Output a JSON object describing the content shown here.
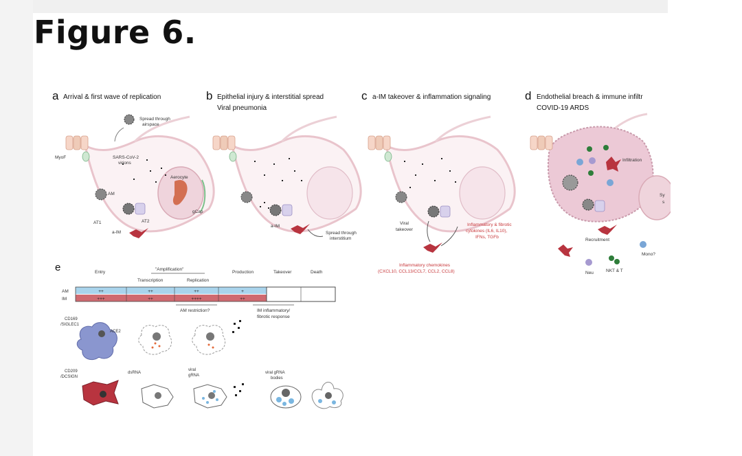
{
  "page": {
    "title": "Figure 6."
  },
  "panels": {
    "a": {
      "letter": "a",
      "title": "Arrival & first wave of replication",
      "labels": {
        "myof": "MyoF",
        "spread1": "Spread through",
        "spread2": "airspace",
        "sars1": "SARS-CoV-2",
        "sars2": "virions",
        "aerocyte": "Aerocyte",
        "am": "AM",
        "at1": "AT1",
        "at2": "AT2",
        "gcap": "gCap",
        "aim": "a-IM"
      }
    },
    "b": {
      "letter": "b",
      "title": "Epithelial injury & interstitial spread",
      "subtitle": "Viral pneumonia",
      "labels": {
        "aim": "a-IM",
        "spread1": "Spread through",
        "spread2": "interstitium"
      }
    },
    "c": {
      "letter": "c",
      "title": "a-IM takeover & inflammation signaling",
      "labels": {
        "viral1": "Viral",
        "viral2": "takeover",
        "cyto1": "Inflammatory & fibrotic",
        "cyto2": "cytokines (IL6, IL10),",
        "cyto3": "IFNs, TGFb",
        "chem1": "Inflammatory chemokines",
        "chem2": "(CXCL10, CCL13/CCL7, CCL2, CCL8)"
      }
    },
    "d": {
      "letter": "d",
      "title": "Endothelial breach & immune infiltr",
      "subtitle": "COVID-19 ARDS",
      "labels": {
        "infiltration": "Infiltration",
        "sy1": "Sy",
        "sy2": "s",
        "recruitment": "Recruitment",
        "mono": "Mono?",
        "neu": "Neu",
        "nkt": "NKT & T"
      }
    },
    "e": {
      "letter": "e",
      "stages": [
        "Entry",
        "\"Amplification\"",
        "Production",
        "Takeover",
        "Death"
      ],
      "substages": [
        "Transcription",
        "Replication"
      ],
      "rows": [
        {
          "label": "AM",
          "cells": [
            "++",
            "++",
            "++",
            "+",
            "",
            ""
          ]
        },
        {
          "label": "IM",
          "cells": [
            "+++",
            "++",
            "++++",
            "++",
            "",
            ""
          ]
        }
      ],
      "notes": {
        "am_restriction": "AM restriction?",
        "im1": "IM inflammatory/",
        "im2": "fibrotic response"
      },
      "cells": {
        "cd169a": "CD169",
        "cd169b": "/SIGLEC1",
        "ace2": "ACE2",
        "cd209a": "CD209",
        "cd209b": "/DCSIGN",
        "dsrna": "dsRNA",
        "viral1": "viral",
        "viral2": "gRNA",
        "bodies1": "viral gRNA",
        "bodies2": "bodies"
      }
    }
  },
  "colors": {
    "am_row": "#a9d4ec",
    "im_row": "#cf6a70",
    "title_red": "#c8383b",
    "cell_purple": "#8a96cf",
    "cell_red": "#b8343f",
    "lung_pink": "#f1dbe2"
  }
}
